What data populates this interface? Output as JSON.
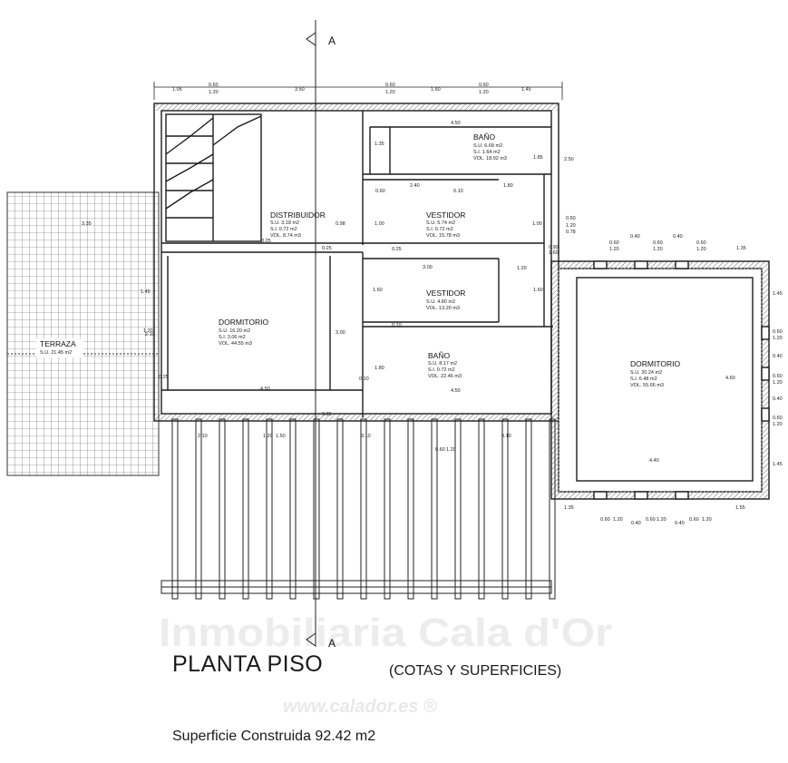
{
  "plan": {
    "title": "PLANTA PISO",
    "subtitle": "(COTAS Y SUPERFICIES)",
    "website": "www.calador.es ®",
    "watermark": "Inmobiliaria Cala d'Or",
    "surface": "Superficie Construida 92.42 m2",
    "section_mark": "A"
  },
  "rooms": {
    "bano1": {
      "name": "BAÑO",
      "su": "S.U. 6.68 m2",
      "si": "S.I. 1.64 m2",
      "vol": "VOL. 18.92 m3"
    },
    "distribuidor": {
      "name": "DISTRIBUIDOR",
      "su": "S.U. 3.18 m2",
      "si": "S.I. 0.72 m2",
      "vol": "VOL. 8.74 m3"
    },
    "vestidor1": {
      "name": "VESTIDOR",
      "su": "S.U. 5.74 m2",
      "si": "S.I. 0.72 m2",
      "vol": "VOL. 15.78 m3"
    },
    "vestidor2": {
      "name": "VESTIDOR",
      "su": "S.U. 4.80 m2",
      "vol": "VOL. 13.20 m3"
    },
    "dormitorio1": {
      "name": "DORMITORIO",
      "su": "S.U. 16.20 m2",
      "si": "S.I. 3.06 m2",
      "vol": "VOL. 44.55 m3"
    },
    "bano2": {
      "name": "BAÑO",
      "su": "S.U. 8.17 m2",
      "si": "S.I. 0.72 m2",
      "vol": "VOL. 22.46 m3"
    },
    "dormitorio2": {
      "name": "DORMITORIO",
      "su": "S.U. 20.24 m2",
      "si": "S.I. 6.48 m2",
      "vol": "VOL. 55.66 m3"
    },
    "terraza": {
      "name": "TERRAZA",
      "su": "S.U. 21.45 m2"
    }
  },
  "dimensions": {
    "top": [
      "1.05",
      "0.60",
      "1.20",
      "3.50",
      "0.60",
      "1.20",
      "1.60",
      "0.60",
      "1.20",
      "1.45"
    ],
    "inner": [
      "4.50",
      "1.35",
      "1.85",
      "2.50",
      "0.60",
      "2.40",
      "0.10",
      "1.80",
      "1.00",
      "1.00",
      "0.98",
      "3.25",
      "0.25",
      "0.25",
      "3.00",
      "1.20",
      "1.60",
      "1.60",
      "0.10",
      "3.00",
      "1.80",
      "0.10",
      "4.50",
      "4.50",
      "0.25",
      "1.60",
      "0.78",
      "1.20",
      "0.60",
      "0.90",
      "3.35",
      "1.45",
      "1.20",
      "2.10",
      "0.25"
    ],
    "bottom_left": [
      "2.10",
      "1.20",
      "1.50",
      "3.10",
      "0.60",
      "1.20",
      "0.10"
    ],
    "right_top": [
      "0.60",
      "1.20",
      "0.40",
      "0.60",
      "1.20",
      "0.40",
      "0.60",
      "1.20",
      "1.35"
    ],
    "right_side": [
      "1.45",
      "0.60",
      "1.20",
      "0.40",
      "0.60",
      "1.20",
      "0.40",
      "0.60",
      "1.20",
      "1.45"
    ],
    "right_inner": [
      "4.40",
      "4.60"
    ],
    "right_bottom": [
      "1.35",
      "0.60",
      "1.20",
      "0.40",
      "0.60",
      "1.20",
      "0.40",
      "0.60",
      "1.20",
      "1.55"
    ]
  },
  "colors": {
    "line": "#1c1c1c",
    "grid": "#555555",
    "watermark": "#e6e6e6"
  }
}
